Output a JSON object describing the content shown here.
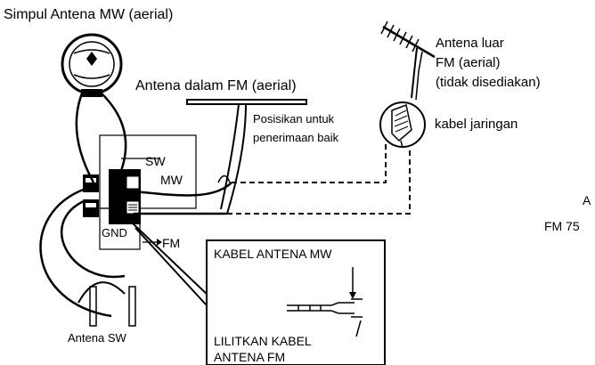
{
  "labels": {
    "mw_loop": "Simpul Antena MW (aerial)",
    "fm_indoor": "Antena dalam FM  (aerial)",
    "fm_outdoor": [
      "Antena luar",
      "FM (aerial)",
      "(tidak disediakan)"
    ],
    "position_note": [
      "Posisikan untuk",
      "penerimaan baik"
    ],
    "network_cable": "kabel jaringan",
    "terminal_sw": "SW",
    "terminal_mw": "MW",
    "terminal_gnd": "GND",
    "terminal_fm": "FM",
    "sw_antenna": "Antena SW",
    "inset_title": "KABEL ANTENA MW",
    "inset_note": [
      "LILITKAN KABEL",
      "ANTENA FM"
    ],
    "cut_right_a": "A",
    "cut_right_fm": "FM 75"
  },
  "colors": {
    "line": "#000000",
    "background": "#ffffff"
  }
}
